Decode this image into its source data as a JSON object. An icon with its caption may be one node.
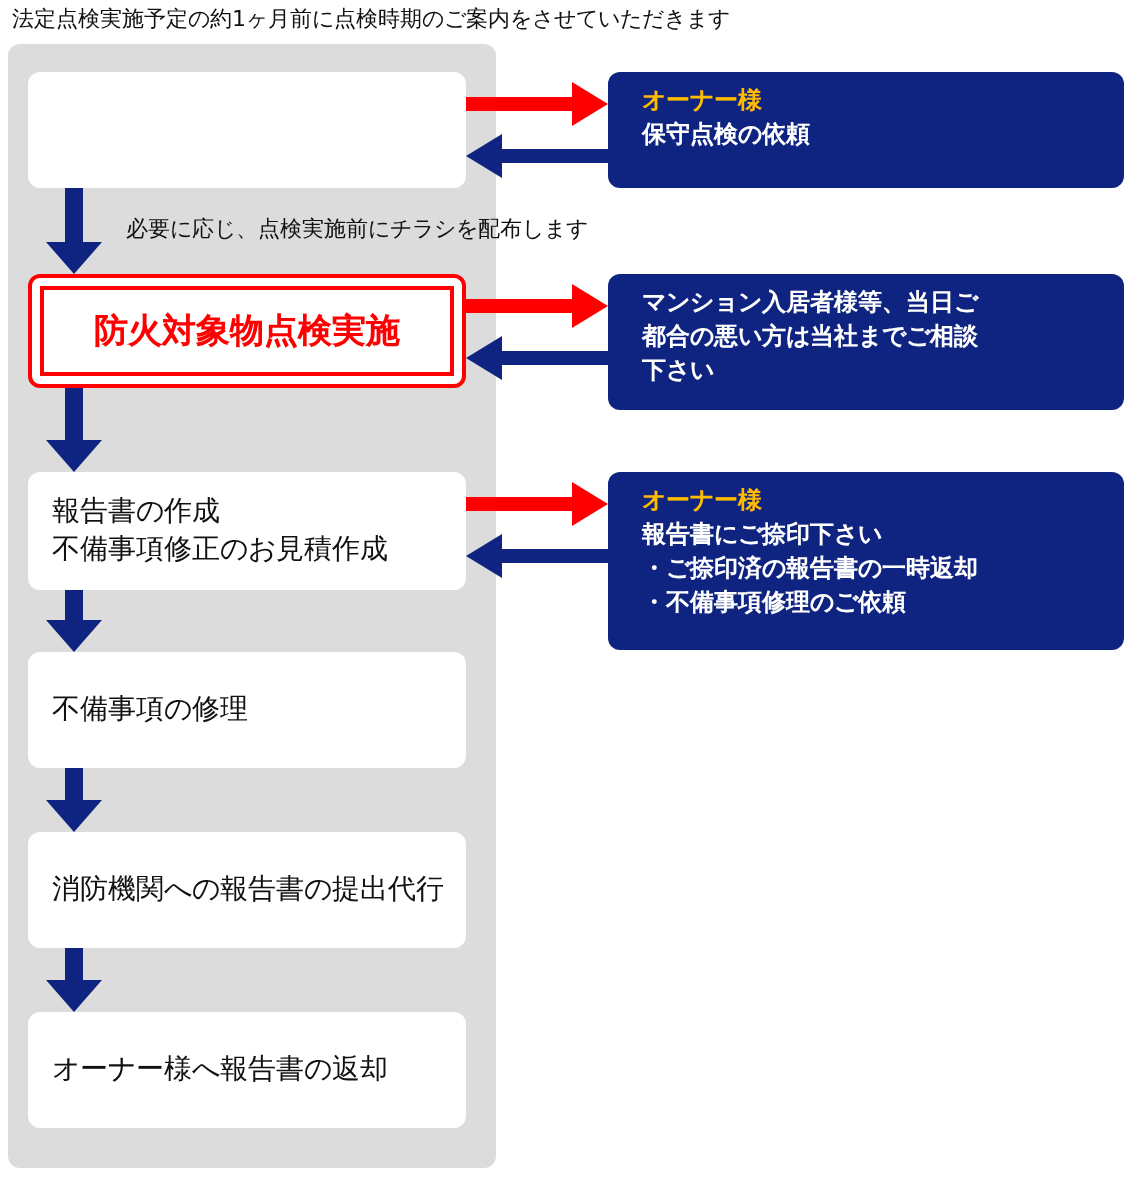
{
  "diagram": {
    "title": "法定点検実施予定の約1ヶ月前に点検時期のご案内をさせていただきます",
    "nodes": [
      {
        "text": [],
        "shape": "box"
      },
      {
        "text": [
          "オーナー様",
          "保守点検の依頼"
        ]
      },
      {
        "text": [
          "防火対象物点検実施"
        ]
      },
      {
        "text": [
          "マンション入居者様等、当日ご都合の悪い方は当社までご相談下さい"
        ]
      },
      {
        "text": [
          "報告書の作成",
          "不備事項修正のお見積作成"
        ]
      },
      {
        "text": [
          "オーナー様",
          "報告書にご捺印下さい",
          "・ご捺印済の報告書の一時返却",
          "・不備事項修理のご依頼"
        ]
      },
      {
        "text": [
          "不備事項の修理"
        ]
      },
      {
        "text": [
          "消防機関への報告書の提出代行"
        ]
      },
      {
        "text": [
          "オーナー様へ報告書の返却"
        ]
      }
    ],
    "edges": [
      {
        "from": 0,
        "to": 1,
        "arrow": "to",
        "color": "#ff0000"
      },
      {
        "from": 1,
        "to": 0,
        "arrow": "to"
      },
      {
        "from": 0,
        "to": 2,
        "arrow": "to",
        "label": "必要に応じ、点検実施前にチラシを配布します"
      },
      {
        "from": 2,
        "to": 3,
        "arrow": "to",
        "color": "#ff0000"
      },
      {
        "from": 3,
        "to": 2,
        "arrow": "to"
      },
      {
        "from": 2,
        "to": 4,
        "arrow": "to"
      },
      {
        "from": 4,
        "to": 5,
        "arrow": "to",
        "color": "#ff0000"
      },
      {
        "from": 5,
        "to": 4,
        "arrow": "to"
      },
      {
        "from": 4,
        "to": 6,
        "arrow": "to"
      },
      {
        "from": 6,
        "to": 7,
        "arrow": "to"
      },
      {
        "from": 7,
        "to": 8,
        "arrow": "to"
      }
    ]
  }
}
